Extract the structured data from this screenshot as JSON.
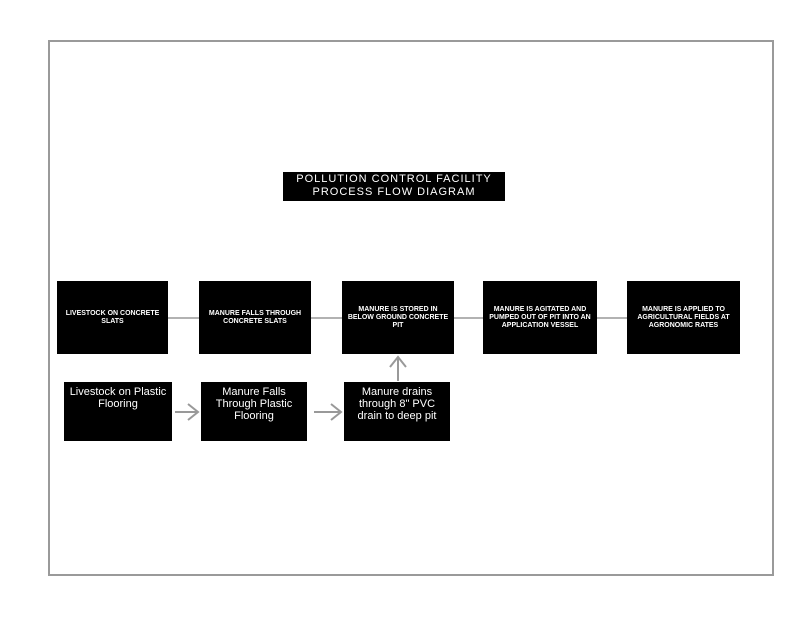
{
  "title": {
    "line1": "POLLUTION CONTROL FACILITY",
    "line2": "PROCESS FLOW DIAGRAM"
  },
  "top_row": [
    "LIVESTOCK ON CONCRETE SLATS",
    "MANURE FALLS THROUGH CONCRETE SLATS",
    "MANURE IS STORED IN BELOW GROUND CONCRETE PIT",
    "MANURE IS AGITATED AND PUMPED OUT OF PIT INTO AN APPLICATION VESSEL",
    "MANURE IS APPLIED TO AGRICULTURAL FIELDS AT AGRONOMIC RATES"
  ],
  "bottom_row": [
    "Livestock on Plastic Flooring",
    "Manure Falls Through Plastic Flooring",
    "Manure drains through 8\" PVC drain to deep pit"
  ]
}
